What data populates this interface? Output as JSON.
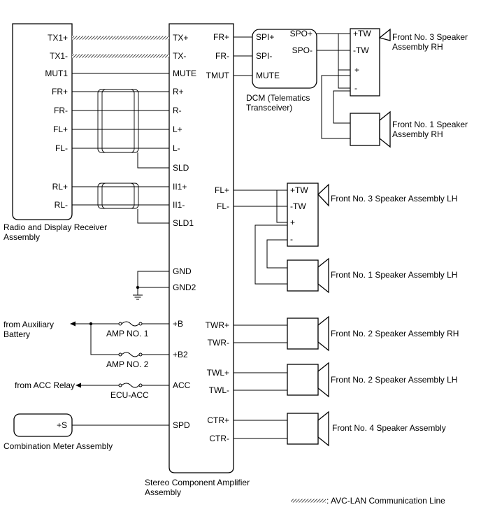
{
  "radio": {
    "name": "Radio and Display Receiver Assembly",
    "name_lines": [
      "Radio and Display Receiver",
      "Assembly"
    ],
    "pins": [
      "TX1+",
      "TX1-",
      "MUT1",
      "FR+",
      "FR-",
      "FL+",
      "FL-",
      "RL+",
      "RL-"
    ]
  },
  "amp": {
    "name": "Stereo Component Amplifier Assembly",
    "name_lines": [
      "Stereo Component Amplifier",
      "Assembly"
    ],
    "left_pins": [
      "TX+",
      "TX-",
      "MUTE",
      "R+",
      "R-",
      "L+",
      "L-",
      "SLD",
      "II1+",
      "II1-",
      "SLD1",
      "GND",
      "GND2",
      "+B",
      "+B2",
      "ACC",
      "SPD"
    ],
    "right_pins": [
      "FR+",
      "FR-",
      "TMUT",
      "FL+",
      "FL-",
      "TWR+",
      "TWR-",
      "TWL+",
      "TWL-",
      "CTR+",
      "CTR-"
    ]
  },
  "dcm": {
    "name": "DCM (Telematics Transceiver)",
    "name_lines": [
      "DCM (Telematics",
      "Transceiver)"
    ],
    "pins": [
      "SPI+",
      "SPI-",
      "MUTE",
      "SPO+",
      "SPO-"
    ]
  },
  "speakers": {
    "fr3_rh": {
      "name_lines": [
        "Front No. 3 Speaker",
        "Assembly RH"
      ],
      "pins": [
        "+TW",
        "-TW",
        "+",
        "-"
      ]
    },
    "fr1_rh": {
      "name_lines": [
        "Front No. 1 Speaker",
        "Assembly RH"
      ]
    },
    "fr3_lh": {
      "name": "Front No. 3 Speaker Assembly LH",
      "pins": [
        "+TW",
        "-TW",
        "+",
        "-"
      ]
    },
    "fr1_lh": {
      "name": "Front No. 1 Speaker Assembly LH"
    },
    "fr2_rh": {
      "name": "Front No. 2 Speaker Assembly RH"
    },
    "fr2_lh": {
      "name": "Front No. 2 Speaker Assembly LH"
    },
    "fr4": {
      "name": "Front No. 4 Speaker Assembly"
    }
  },
  "power": {
    "aux_lines": [
      "from Auxiliary",
      "Battery"
    ],
    "acc": "from ACC Relay",
    "fuses": [
      "AMP NO. 1",
      "AMP NO. 2",
      "ECU-ACC"
    ]
  },
  "meter": {
    "name": "Combination Meter Assembly",
    "pin": "+S"
  },
  "legend": {
    "label": ": AVC-LAN Communication Line"
  }
}
